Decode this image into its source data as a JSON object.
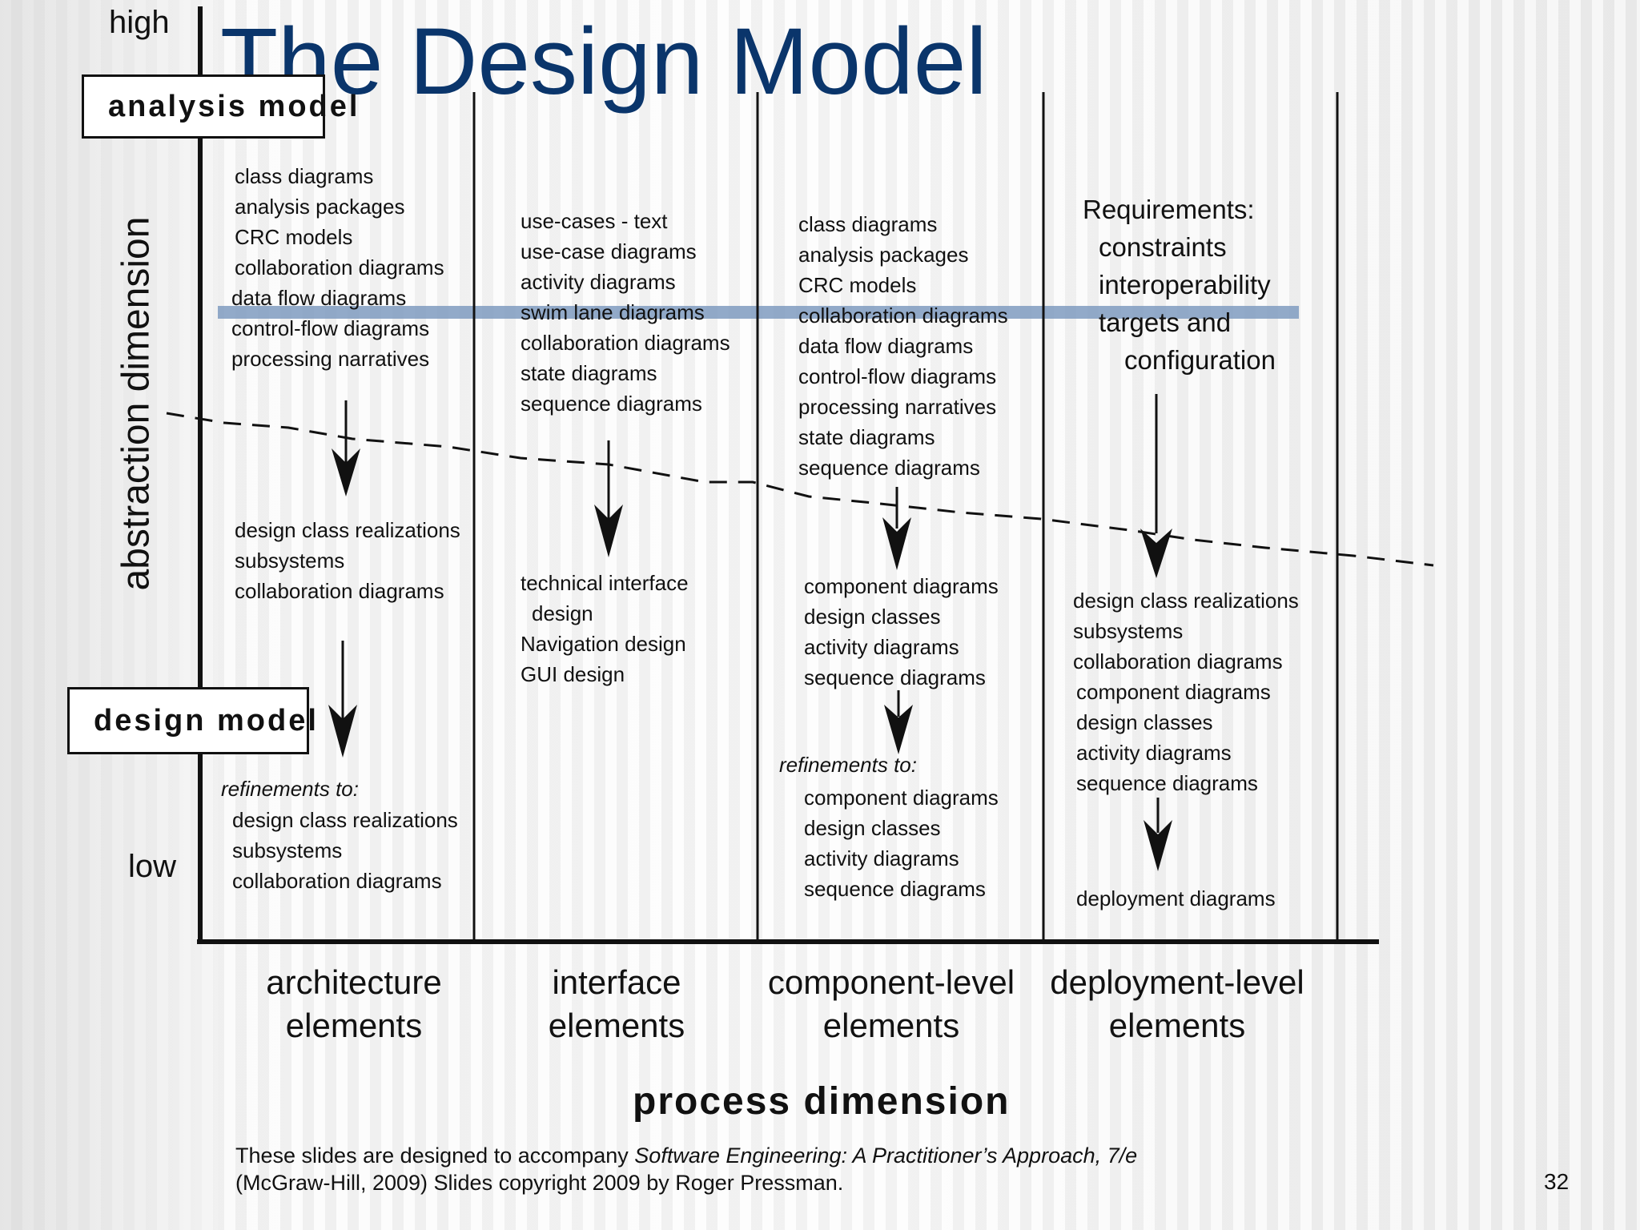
{
  "slide": {
    "title": "The Design Model",
    "page_number": "32"
  },
  "axes": {
    "high_label": "high",
    "low_label": "low",
    "vertical_label": "abstraction dimension",
    "horizontal_label": "process dimension"
  },
  "boxes": {
    "analysis_model": "analysis model",
    "design_model": "design model"
  },
  "columns": {
    "architecture": {
      "label_line1": "architecture",
      "label_line2": "elements",
      "analysis_items": [
        "class diagrams",
        "analysis packages",
        "CRC models",
        "collaboration diagrams",
        "data flow diagrams",
        "control-flow diagrams",
        "processing narratives"
      ],
      "design_items": [
        "design class realizations",
        "subsystems",
        "collaboration diagrams"
      ],
      "refinements_label": "refinements to:",
      "refinement_items": [
        "design class realizations",
        "subsystems",
        "collaboration diagrams"
      ]
    },
    "interface": {
      "label_line1": "interface",
      "label_line2": "elements",
      "analysis_items": [
        "use-cases - text",
        "use-case diagrams",
        "activity diagrams",
        "swim lane diagrams",
        "collaboration diagrams",
        "state diagrams",
        "sequence diagrams"
      ],
      "design_items": [
        "technical interface",
        "design",
        "Navigation design",
        "GUI design"
      ]
    },
    "component": {
      "label_line1": "component-level",
      "label_line2": "elements",
      "analysis_items": [
        "class diagrams",
        "analysis packages",
        "CRC models",
        "collaboration diagrams",
        "data flow diagrams",
        "control-flow diagrams",
        "processing narratives",
        "state diagrams",
        "sequence diagrams"
      ],
      "design_items": [
        "component diagrams",
        "design classes",
        "activity diagrams",
        "sequence diagrams"
      ],
      "refinements_label": "refinements to:",
      "refinement_items": [
        "component diagrams",
        "design classes",
        "activity diagrams",
        "sequence diagrams"
      ]
    },
    "deployment": {
      "label_line1": "deployment-level",
      "label_line2": "elements",
      "requirements": [
        "Requirements:",
        "constraints",
        "interoperability",
        "targets and",
        "configuration"
      ],
      "design_items": [
        "design class realizations",
        "subsystems",
        "collaboration diagrams",
        "component diagrams",
        "design classes",
        "activity diagrams",
        "sequence diagrams"
      ],
      "final_item": "deployment diagrams"
    }
  },
  "footer": {
    "line1_prefix": "These slides are designed to accompany ",
    "line1_book": "Software Engineering: A Practitioner’s Approach, 7/e",
    "line2": "(McGraw-Hill, 2009) Slides copyright 2009 by Roger Pressman."
  },
  "colors": {
    "title": "#0a356b",
    "highlight_band": "#7f9bbf"
  }
}
